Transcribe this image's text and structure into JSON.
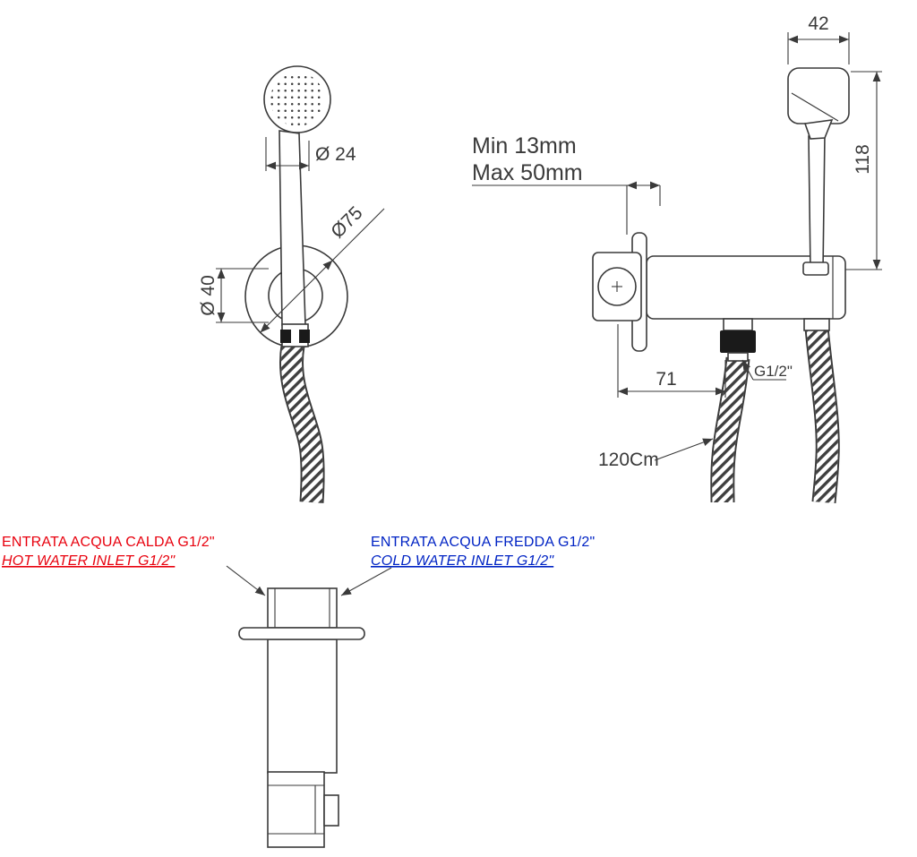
{
  "meta": {
    "ink_color": "#3a3a3a",
    "drawing_type": "bidet hand-shower technical drawing"
  },
  "front_view": {
    "dim_head_diameter": "Ø 24",
    "dim_outer_diameter": "Ø75",
    "dim_inner_diameter": "Ø 40"
  },
  "side_view": {
    "dim_head_width": "42",
    "dim_height": "118",
    "wall_min": "Min 13mm",
    "wall_max": "Max 50mm",
    "dim_wall_offset": "71",
    "thread_label": "G1/2\"",
    "hose_length": "120Cm"
  },
  "bottom_view": {
    "hot_inlet_it": "ENTRATA ACQUA CALDA G1/2\"",
    "hot_inlet_en": "HOT WATER INLET G1/2\"",
    "cold_inlet_it": "ENTRATA ACQUA FREDDA G1/2\"",
    "cold_inlet_en": "COLD WATER INLET G1/2\"",
    "hot_color": "#e8000d",
    "cold_color": "#0023c4"
  }
}
